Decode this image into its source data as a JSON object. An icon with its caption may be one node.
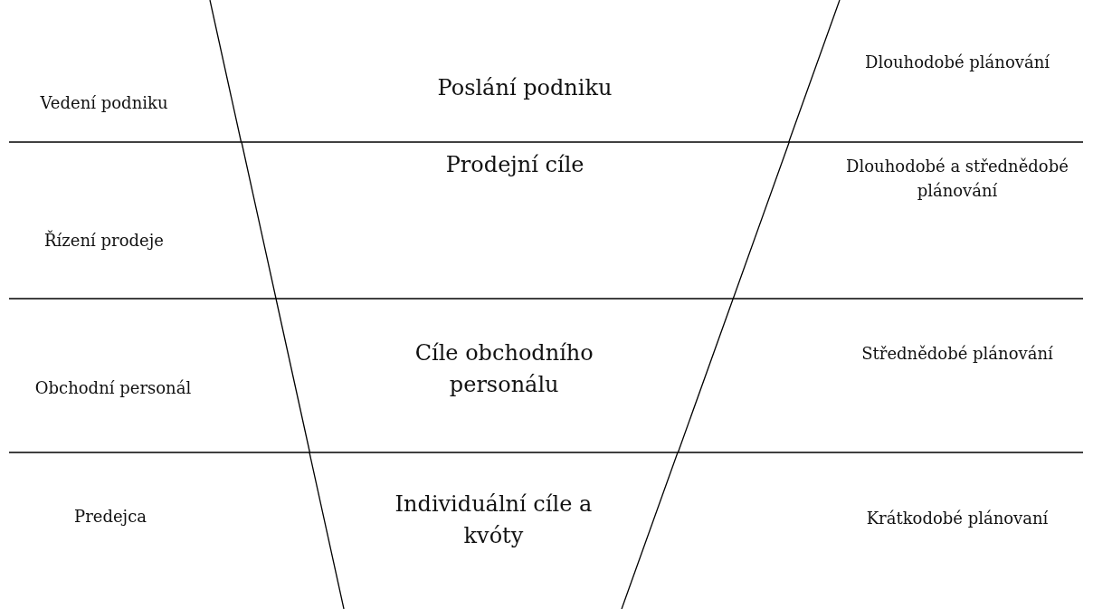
{
  "diagram": {
    "nodes": [
      {
        "text": [
          "Poslání podniku"
        ]
      },
      {
        "text": [
          "Prodejní cíle"
        ]
      },
      {
        "text": [
          "Cíle obchodního personálu"
        ]
      },
      {
        "text": [
          "Individuální cíle a kvóty"
        ]
      }
    ],
    "labels": [
      "Vedení podniku",
      "Dlouhodobé plánování",
      "Řízení prodeje",
      "Dlouhodobé a střednědobé plánování",
      "Obchodní personál",
      "Střednědobé plánování",
      "Predejca",
      "Krátkodobé plánovaní"
    ]
  }
}
